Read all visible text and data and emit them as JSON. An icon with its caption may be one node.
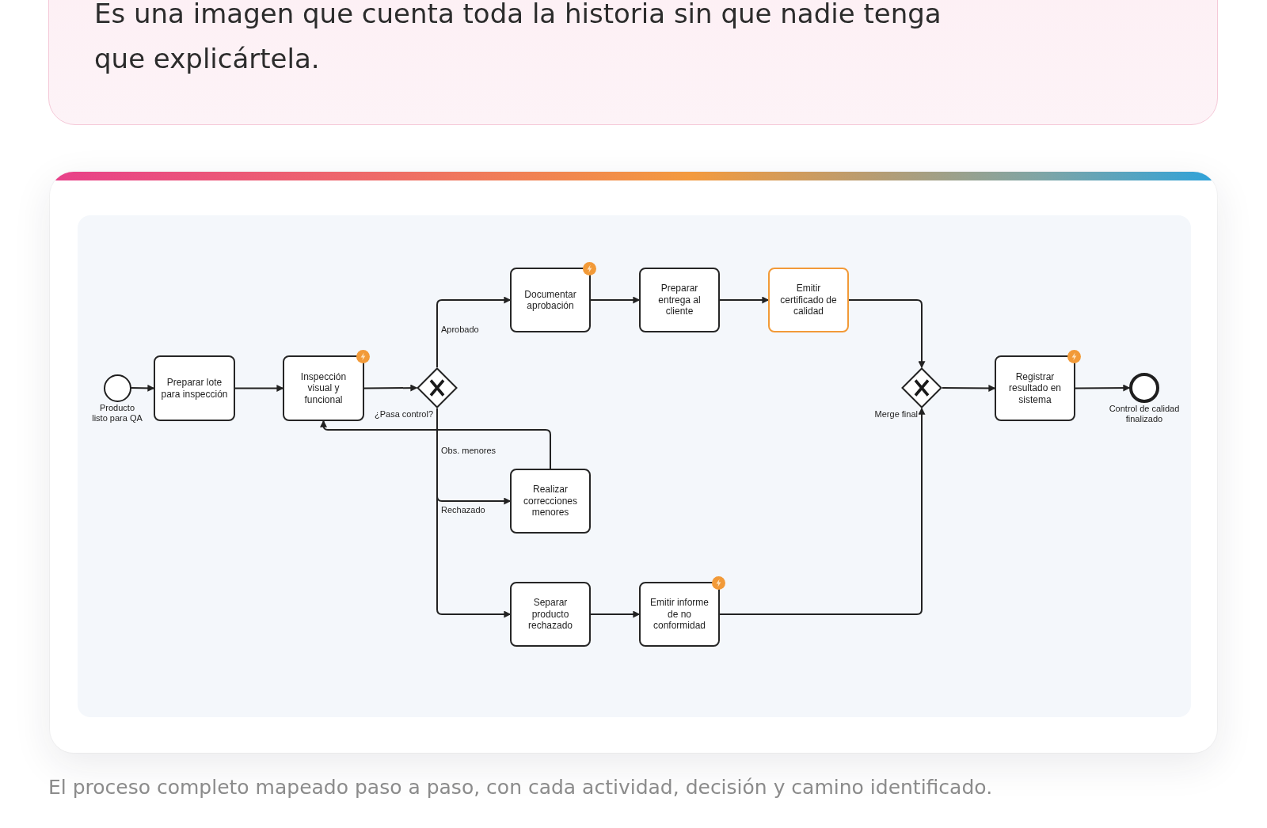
{
  "diagram": {
    "caption": "El proceso completo mapeado paso a paso, con cada actividad, decisión y camino identificado.",
    "nodes": [
      {
        "text": [
          "Es una imagen que cuenta toda la historia sin que nadie tenga que explicártela."
        ]
      },
      {
        "text": [],
        "shape": "circle",
        "beside": [
          "Producto listo para QA"
        ]
      },
      {
        "text": [
          "Preparar lote para inspección"
        ]
      },
      {
        "text": [
          "Inspección visual y funcional"
        ]
      },
      {
        "text": [],
        "shape": "diamond",
        "beside": [
          "¿Pasa control?"
        ]
      },
      {
        "text": [
          "Documentar aprobación"
        ]
      },
      {
        "text": [
          "Preparar entrega al cliente"
        ]
      },
      {
        "text": [
          "Emitir certificado de calidad"
        ]
      },
      {
        "text": [
          "Realizar correcciones menores"
        ]
      },
      {
        "text": [
          "Separar producto rechazado"
        ]
      },
      {
        "text": [
          "Emitir informe de no conformidad"
        ]
      },
      {
        "text": [],
        "shape": "diamond",
        "beside": [
          "Merge final"
        ]
      },
      {
        "text": [
          "Registrar resultado en sistema"
        ]
      },
      {
        "text": [],
        "shape": "circle",
        "beside": [
          "Control de calidad finalizado"
        ]
      }
    ],
    "edges": [
      {
        "from": 1,
        "to": 2,
        "arrow": "to"
      },
      {
        "from": 2,
        "to": 3,
        "arrow": "to"
      },
      {
        "from": 3,
        "to": 4,
        "arrow": "to"
      },
      {
        "from": 4,
        "to": 5,
        "arrow": "to",
        "label": "Aprobado"
      },
      {
        "from": 4,
        "to": 8,
        "arrow": "to",
        "label": "Obs. menores"
      },
      {
        "from": 4,
        "to": 9,
        "arrow": "to",
        "label": "Rechazado"
      },
      {
        "from": 8,
        "to": 3,
        "arrow": "to"
      },
      {
        "from": 5,
        "to": 6,
        "arrow": "to"
      },
      {
        "from": 6,
        "to": 7,
        "arrow": "to"
      },
      {
        "from": 7,
        "to": 11,
        "arrow": "to"
      },
      {
        "from": 9,
        "to": 10,
        "arrow": "to"
      },
      {
        "from": 10,
        "to": 11,
        "arrow": "to"
      },
      {
        "from": 11,
        "to": 12,
        "arrow": "to"
      },
      {
        "from": 12,
        "to": 13,
        "arrow": "to"
      }
    ]
  }
}
